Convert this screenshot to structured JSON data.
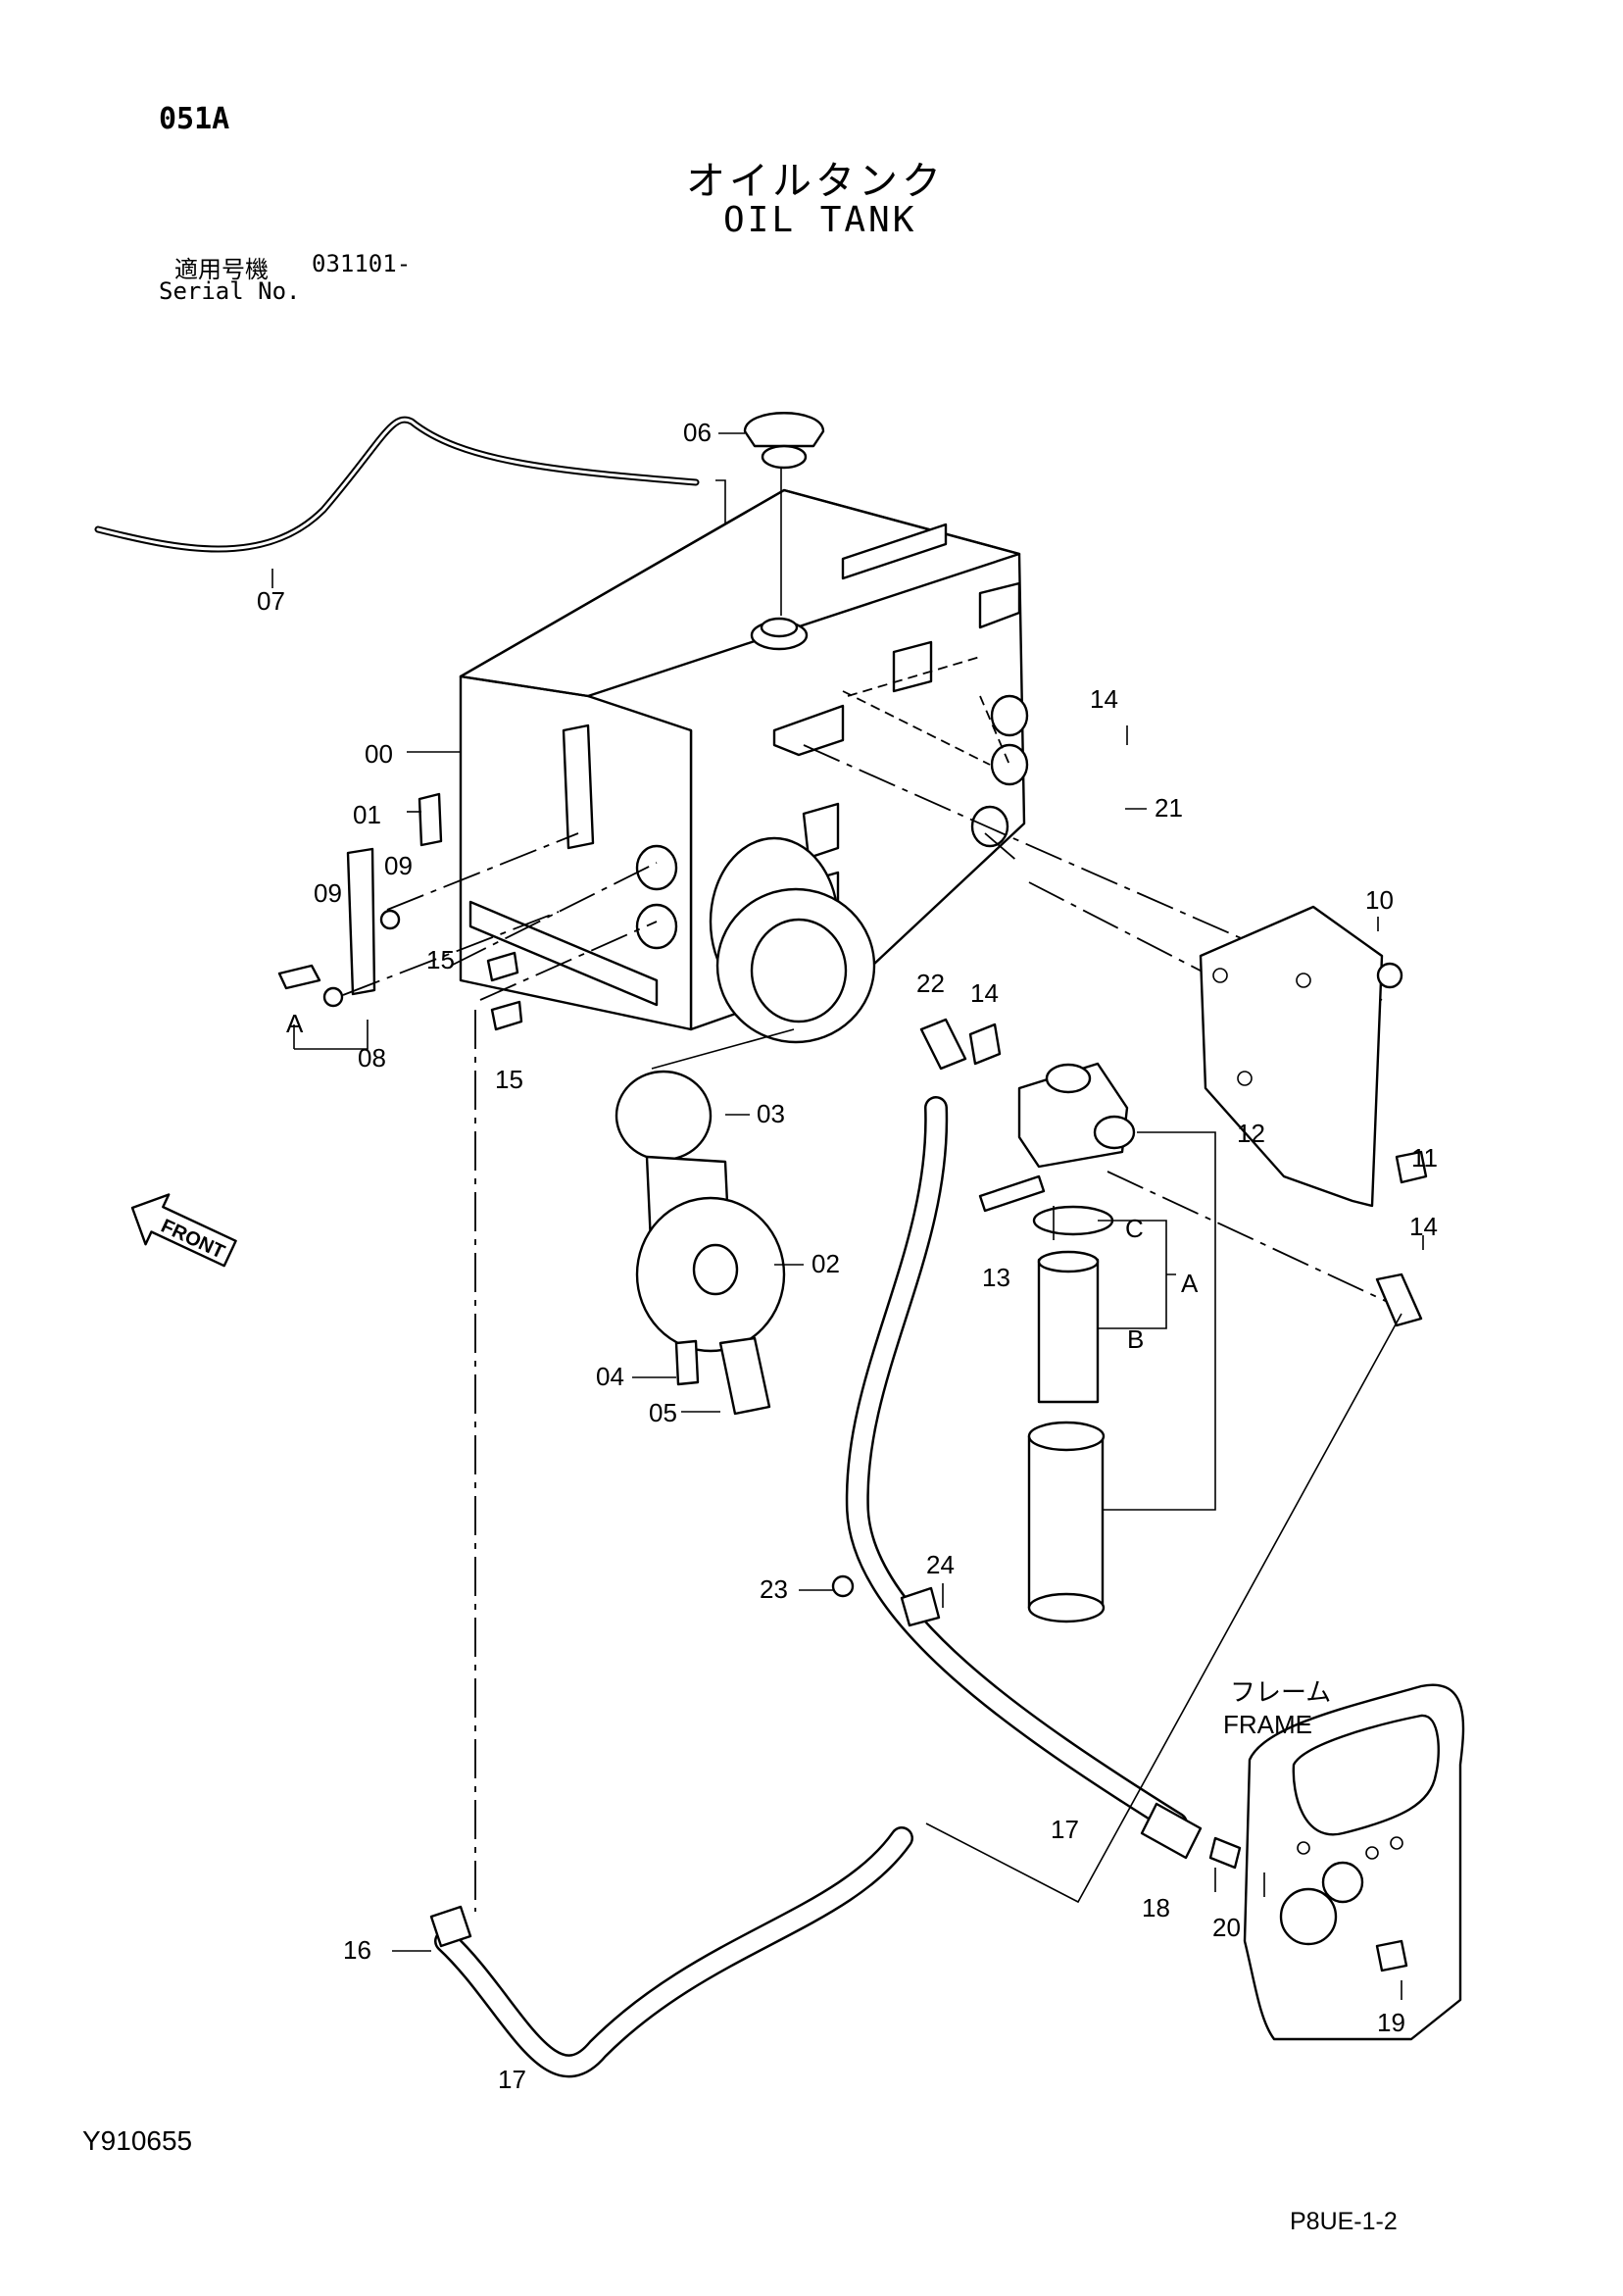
{
  "header": {
    "page_code": "051A",
    "title_jp": "オイルタンク",
    "title_en": "OIL TANK",
    "serial_label_jp": "適用号機",
    "serial_value": "031101-",
    "serial_label_en": "Serial No."
  },
  "footer": {
    "drawing_id": "Y910655",
    "sheet_id": "P8UE-1-2"
  },
  "frame_label": {
    "jp": "フレーム",
    "en": "FRAME"
  },
  "parts": [
    {
      "key": "p00",
      "label": "00"
    },
    {
      "key": "p01",
      "label": "01"
    },
    {
      "key": "p02",
      "label": "02"
    },
    {
      "key": "p03",
      "label": "03"
    },
    {
      "key": "p04",
      "label": "04"
    },
    {
      "key": "p05",
      "label": "05"
    },
    {
      "key": "p06",
      "label": "06"
    },
    {
      "key": "p07",
      "label": "07"
    },
    {
      "key": "p08",
      "label": "08"
    },
    {
      "key": "p09a",
      "label": "09"
    },
    {
      "key": "p09b",
      "label": "09"
    },
    {
      "key": "p10",
      "label": "10"
    },
    {
      "key": "p11",
      "label": "11"
    },
    {
      "key": "p12",
      "label": "12"
    },
    {
      "key": "p13",
      "label": "13"
    },
    {
      "key": "p14a",
      "label": "14"
    },
    {
      "key": "p14b",
      "label": "14"
    },
    {
      "key": "p14c",
      "label": "14"
    },
    {
      "key": "p15a",
      "label": "15"
    },
    {
      "key": "p15b",
      "label": "15"
    },
    {
      "key": "p16",
      "label": "16"
    },
    {
      "key": "p17a",
      "label": "17"
    },
    {
      "key": "p17b",
      "label": "17"
    },
    {
      "key": "p18",
      "label": "18"
    },
    {
      "key": "p19",
      "label": "19"
    },
    {
      "key": "p20",
      "label": "20"
    },
    {
      "key": "p21",
      "label": "21"
    },
    {
      "key": "p22",
      "label": "22"
    },
    {
      "key": "p23",
      "label": "23"
    },
    {
      "key": "p24",
      "label": "24"
    }
  ],
  "assembly_marks": {
    "A_left": "A",
    "A_right": "A",
    "B": "B",
    "C": "C"
  }
}
